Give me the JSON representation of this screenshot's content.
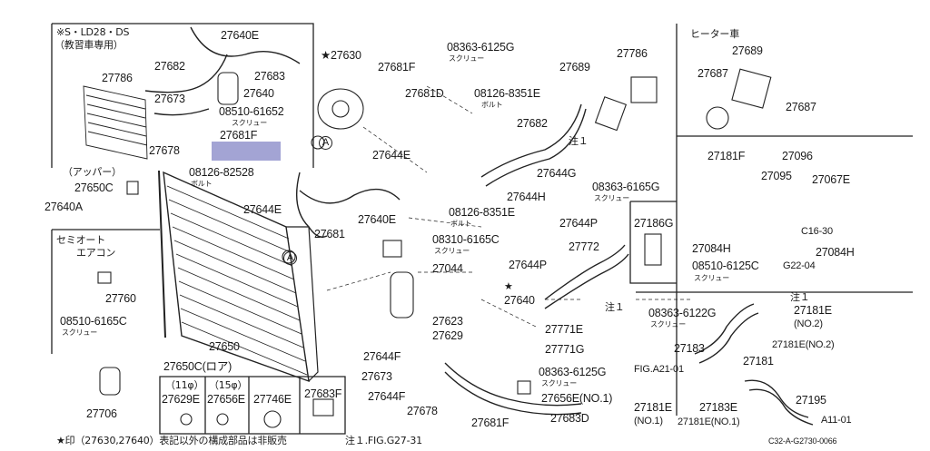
{
  "inset_ld28": {
    "title": "※S・LD28・DS",
    "subtitle": "（教習車専用）",
    "p27640E": "27640E",
    "p27682": "27682",
    "p27683": "27683",
    "p27786": "27786",
    "p27640": "27640",
    "p27673": "27673",
    "p08510_61652": "08510-61652",
    "screw": "スクリュー",
    "p27681F": "27681F",
    "p27678": "27678"
  },
  "upper_note": "（アッパー）",
  "lower_note": "27650C(ロア)",
  "semi_auto": {
    "title1": "セミオート",
    "title2": "エアコン",
    "p27760": "27760",
    "p08510_6165C": "08510-6165C",
    "screw": "スクリュー"
  },
  "heater": {
    "title": "ヒーター車",
    "p27689": "27689",
    "p27687a": "27687",
    "p27687b": "27687"
  },
  "right_mid": {
    "p27181F": "27181F",
    "p27096": "27096",
    "p27095": "27095",
    "p27067E": "27067E",
    "c16_30": "C16-30",
    "p27084H_l": "27084H",
    "p27084H_r": "27084H",
    "p08510_6125C": "08510-6125C",
    "g22_04": "G22-04",
    "screw": "スクリュー"
  },
  "right_low": {
    "p08363_6122G": "08363-6122G",
    "screw": "スクリュー",
    "note1": "注１",
    "p27181E_no2a": "27181E",
    "no2a": "(NO.2)",
    "p27183": "27183",
    "p27181E_no2b": "27181E(NO.2)",
    "fig_a21": "FIG.A21-01",
    "p27181": "27181",
    "p27181E_no1a": "27181E",
    "no1a": "(NO.1)",
    "p27183E": "27183E",
    "p27181E_no1b": "27181E(NO.1)",
    "p27195": "27195",
    "a11_01": "A11-01"
  },
  "main": {
    "p27630": "★27630",
    "p27681F": "27681F",
    "p08363_6125G_top": "08363-6125G",
    "screw": "スクリュー",
    "p27786": "27786",
    "p27689": "27689",
    "p27681D": "27681D",
    "p08126_8351E_top": "08126-8351E",
    "bolt": "ボルト",
    "p27682": "27682",
    "note1": "注１",
    "p27644G": "27644G",
    "p08363_6165G": "08363-6165G",
    "p27644E_top": "27644E",
    "p08126_82528": "08126-82528",
    "p27650C": "27650C",
    "p27640A": "27640A",
    "p27644E_left": "27644E",
    "p27644H": "27644H",
    "p08126_8351E_mid": "08126-8351E",
    "p27640E": "27640E",
    "p27681": "27681",
    "p08310_6165C": "08310-6165C",
    "p27644P_top": "27644P",
    "p27186G": "27186G",
    "p27772": "27772",
    "p27044": "27044",
    "p27644P_mid": "27644P",
    "p27640": "27640",
    "star": "★",
    "p27623": "27623",
    "p27771E": "27771E",
    "p27629": "27629",
    "p27771G": "27771G",
    "p27650": "27650",
    "p27644F_a": "27644F",
    "p27673": "27673",
    "p08363_6125G_low": "08363-6125G",
    "p27644F_b": "27644F",
    "p27656E_no1": "27656E(NO.1)",
    "p27678": "27678",
    "p27681F_low": "27681F",
    "p27683D": "27683D",
    "p27706": "27706",
    "circle_a": "A"
  },
  "bottom_boxes": {
    "b1_size": "（11φ）",
    "b1_part": "27629E",
    "b2_size": "（15φ）",
    "b2_part": "27656E",
    "b3_part": "27746E",
    "b4_part": "27683F"
  },
  "footer": {
    "left": "★印（27630,27640）表記以外の構成部品は非販売",
    "mid": "注１.FIG.G27-31",
    "right": "C32-A-G2730-0066"
  }
}
